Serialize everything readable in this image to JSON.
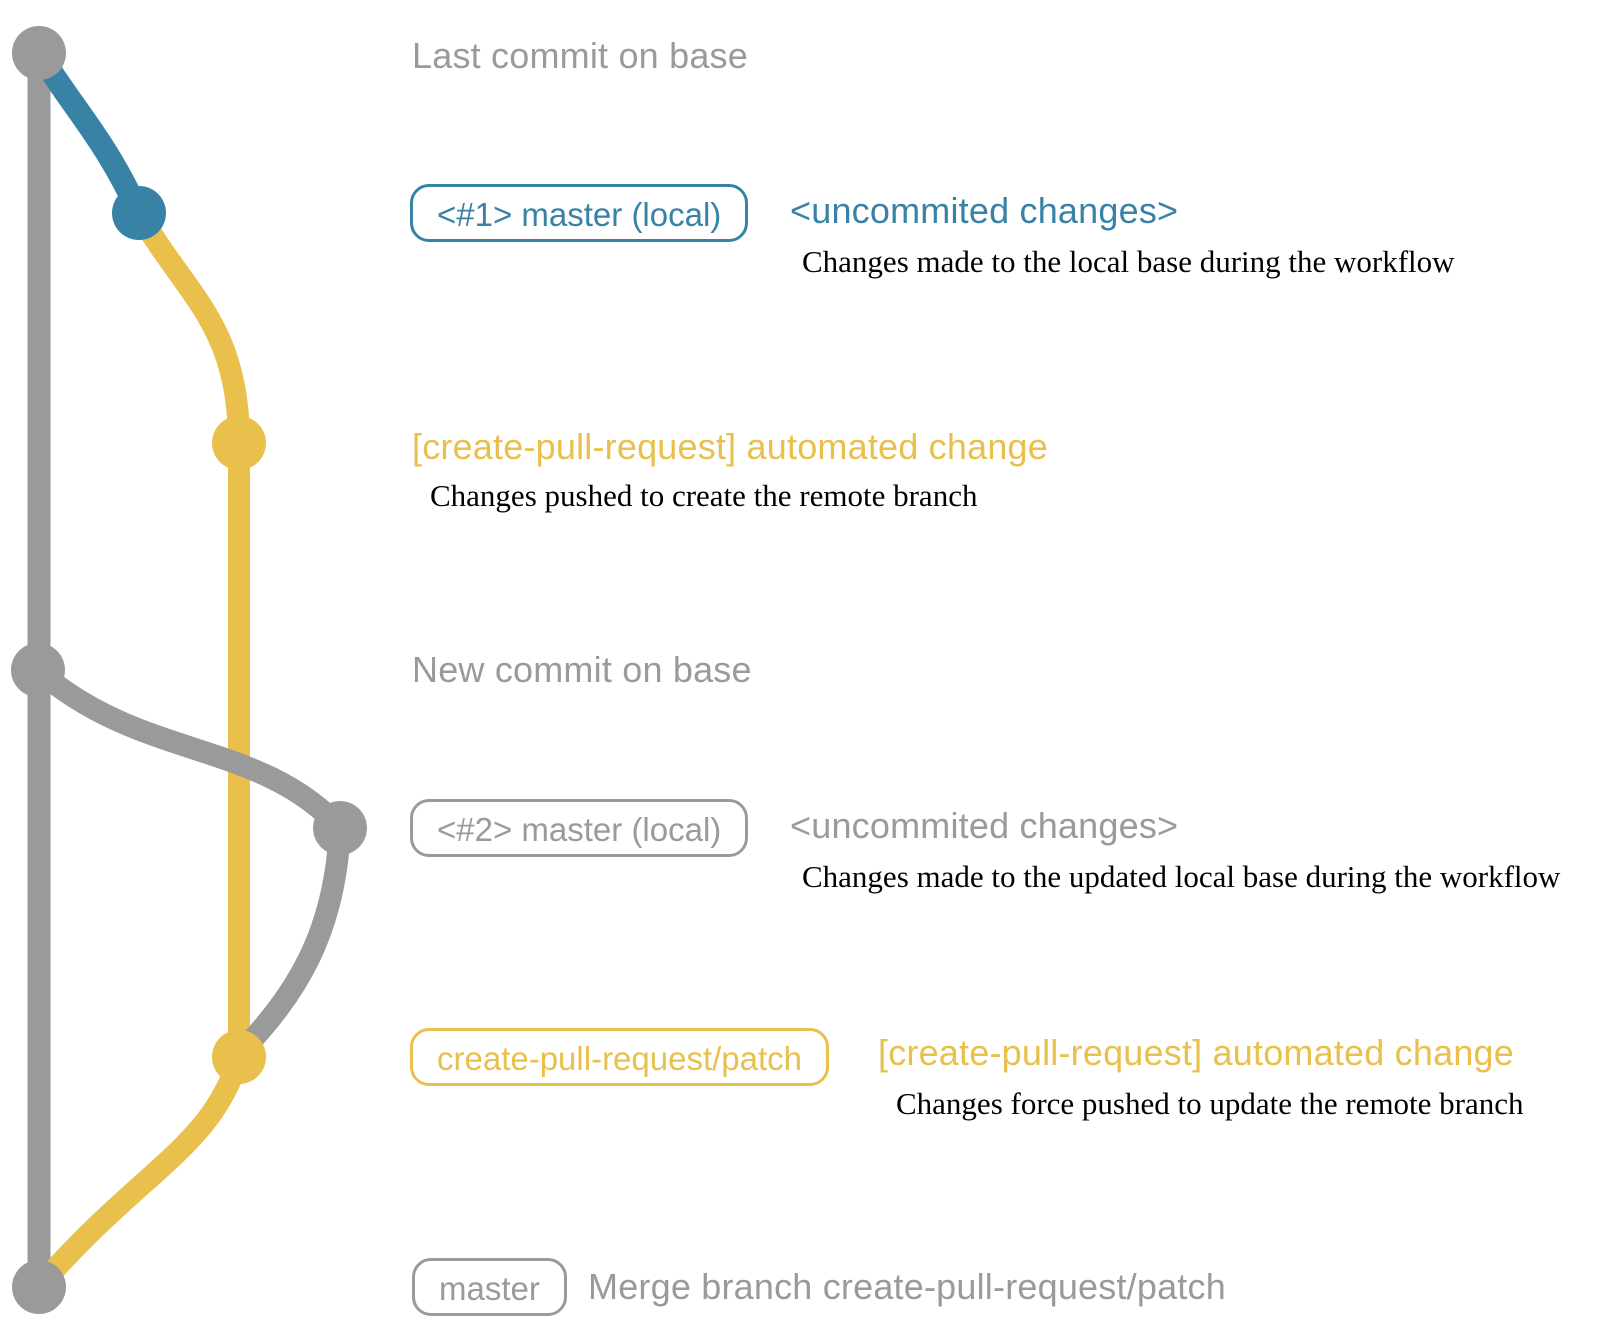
{
  "colors": {
    "gray": "#9a9a9a",
    "blue": "#3882a6",
    "yellow": "#e8c04b",
    "ink": "#000000",
    "background": "#ffffff"
  },
  "rows": [
    {
      "id": "last-commit-on-base",
      "color": "gray",
      "message": "Last commit on base"
    },
    {
      "id": "local-commit-1",
      "color": "blue",
      "badge": "<#1> master (local)",
      "message": "<uncommited changes>",
      "note": "Changes made to the local base during the workflow"
    },
    {
      "id": "push-1",
      "color": "yellow",
      "message": "[create-pull-request] automated change",
      "note": "Changes pushed to create the remote branch"
    },
    {
      "id": "new-commit-on-base",
      "color": "gray",
      "message": "New commit on base"
    },
    {
      "id": "local-commit-2",
      "color": "gray",
      "badge": "<#2> master (local)",
      "message": "<uncommited changes>",
      "note": "Changes made to the updated local base during the workflow"
    },
    {
      "id": "push-2",
      "color": "yellow",
      "badge": "create-pull-request/patch",
      "message": "[create-pull-request] automated change",
      "note": "Changes force pushed to update the remote branch"
    },
    {
      "id": "merge-commit",
      "color": "gray",
      "badge": "master",
      "message": "Merge branch create-pull-request/patch"
    }
  ]
}
